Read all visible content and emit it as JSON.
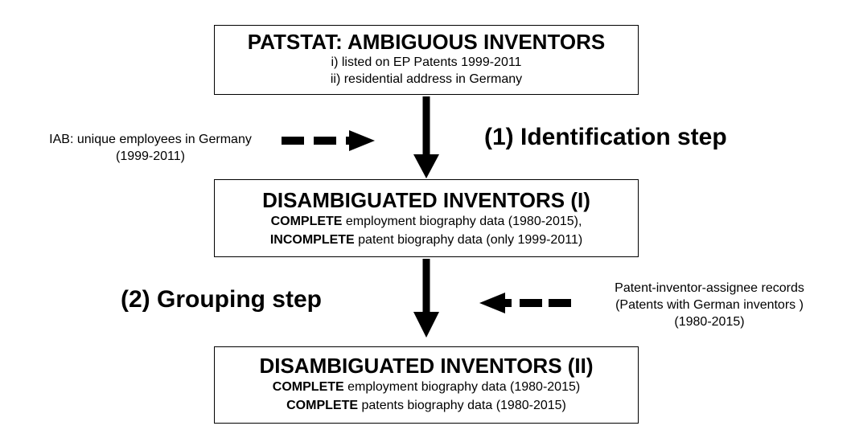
{
  "box1": {
    "title": "PATSTAT: AMBIGUOUS INVENTORS",
    "line1": "i) listed on EP Patents 1999-2011",
    "line2": "ii) residential address in Germany"
  },
  "box2": {
    "title": "DISAMBIGUATED INVENTORS (I)",
    "line1_bold": "COMPLETE",
    "line1_rest": " employment biography data (1980-2015),",
    "line2_bold": "INCOMPLETE",
    "line2_rest": " patent biography data (only 1999-2011)"
  },
  "box3": {
    "title": "DISAMBIGUATED INVENTORS (II)",
    "line1_bold": "COMPLETE",
    "line1_rest": " employment biography data (1980-2015)",
    "line2_bold": "COMPLETE",
    "line2_rest": " patents biography data (1980-2015)"
  },
  "iab": {
    "line1": "IAB: unique employees in Germany",
    "line2": "(1999-2011)"
  },
  "records": {
    "line1": "Patent-inventor-assignee records",
    "line2": "(Patents with German inventors )",
    "line3": "(1980-2015)"
  },
  "steps": {
    "step1": "(1) Identification step",
    "step2": "(2) Grouping step"
  }
}
